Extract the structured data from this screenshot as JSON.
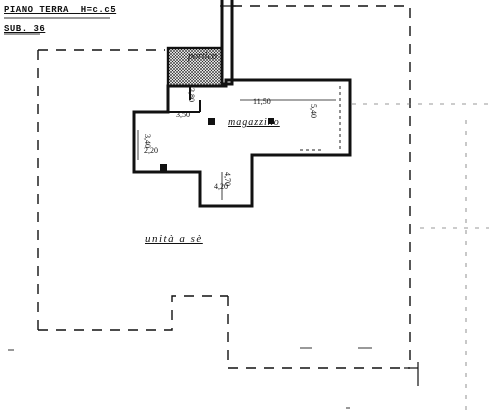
{
  "header": {
    "floor_title": "PIANO TERRA",
    "floor_height": "H=c.c5",
    "sub_label": "SUB. 36"
  },
  "rooms": {
    "portico": "portico",
    "magazzino": "magazzino",
    "unita": "unità a sè"
  },
  "dimensions": {
    "d1150": "11,50",
    "d540": "5,40",
    "d380": "3,80",
    "d350": "3,50",
    "d220": "2,20",
    "d340": "3,40",
    "d470": "4,70",
    "d420": "4,20"
  }
}
